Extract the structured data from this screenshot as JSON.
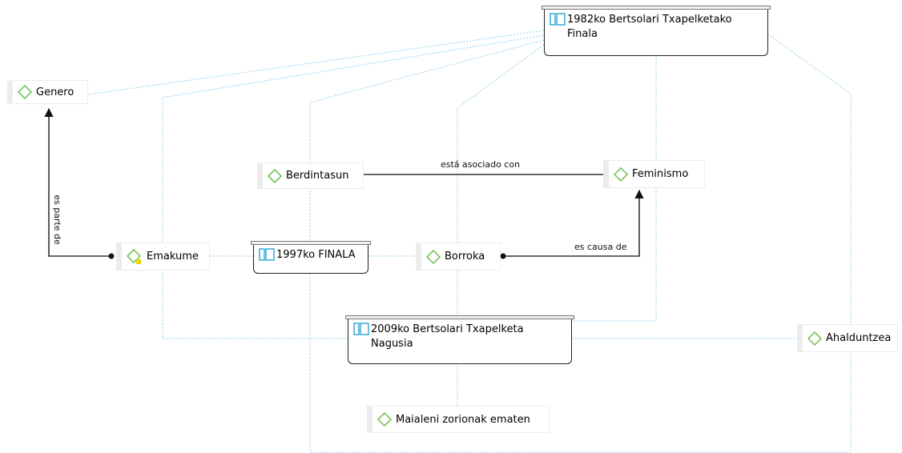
{
  "colors": {
    "code_diamond": "#7ac35f",
    "doc_icon": "#3aa9d8",
    "dotted_link": "#8ccfee",
    "relation": "#333333",
    "memo_badge": "#e8d400"
  },
  "nodes": {
    "doc_1982": {
      "label": "1982ko Bertsolari Txapelketako Finala",
      "icon": "document-icon"
    },
    "genero": {
      "label": "Genero",
      "icon": "code-diamond-icon"
    },
    "berdintasun": {
      "label": "Berdintasun",
      "icon": "code-diamond-icon"
    },
    "feminismo": {
      "label": "Feminismo",
      "icon": "code-diamond-icon"
    },
    "emakume": {
      "label": "Emakume",
      "icon": "code-diamond-icon"
    },
    "doc_1997": {
      "label": "1997ko FINALA",
      "icon": "document-icon"
    },
    "borroka": {
      "label": "Borroka",
      "icon": "code-diamond-icon"
    },
    "doc_2009": {
      "label": "2009ko Bertsolari Txapelketa Nagusia",
      "icon": "document-icon"
    },
    "ahalduntzea": {
      "label": "Ahalduntzea",
      "icon": "code-diamond-icon"
    },
    "maialeni": {
      "label": "Maialeni zorionak ematen",
      "icon": "code-diamond-icon"
    }
  },
  "relations": {
    "associated": "está asociado con",
    "part_of": "es parte de",
    "cause_of": "es causa de"
  }
}
